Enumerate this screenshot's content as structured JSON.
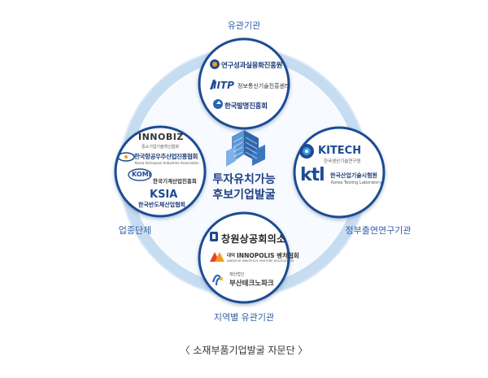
{
  "center": {
    "line1": "투자유치가능",
    "line2": "후보기업발굴"
  },
  "groups": {
    "top": {
      "label": "유관기관",
      "orgs": [
        "연구성과실용화진흥원",
        "정보통신기술진흥센터",
        "한국발명진흥회"
      ],
      "logo_marks": [
        "IITP"
      ]
    },
    "left": {
      "label": "업종단체",
      "orgs": [
        "INNOBIZ",
        "중소기업기술혁신협회",
        "한국항공우주산업진흥협회",
        "Korea Aerospace Industries Association",
        "KOMI",
        "한국기계산업진흥회",
        "KSIA",
        "한국반도체산업협회"
      ]
    },
    "right": {
      "label": "정부출연연구기관",
      "orgs": [
        "KITECH",
        "한국생산기술연구원",
        "ktl",
        "한국산업기술시험원",
        "Korea Testing Laboratory"
      ]
    },
    "bottom": {
      "label": "지역별 유관기관",
      "orgs": [
        "창원상공회의소",
        "INNOPOLIS 벤처협회",
        "DAEDEOK INNOPOLIS VENTURE ASSOCIATION",
        "재단법인",
        "부산테크노파크"
      ],
      "logo_marks": [
        "대덕"
      ]
    }
  },
  "caption": "〈 소재부품기업발굴 자문단 〉",
  "colors": {
    "ring": "#bfd6ef",
    "ring_inner": "#e8f1fa",
    "circle_border": "#1e4b94",
    "label": "#2f5fa6",
    "text": "#1d3b78"
  },
  "icons": [
    "building-icon",
    "kiat-logo-icon",
    "kitech-logo-icon",
    "chamber-logo-icon",
    "busan-tp-logo-icon"
  ]
}
